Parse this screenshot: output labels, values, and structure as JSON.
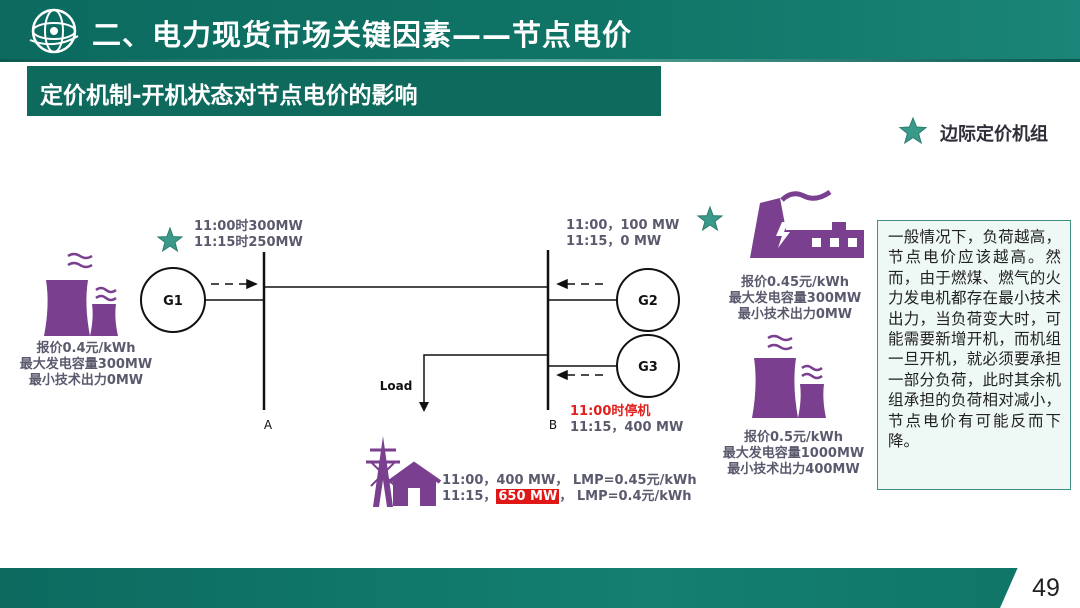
{
  "header": {
    "title": "二、电力现货市场关键因素——节点电价",
    "subtitle": "定价机制-开机状态对节点电价的影响"
  },
  "legend": {
    "label": "边际定价机组",
    "icon": "star-icon",
    "color": "#3a9a8a"
  },
  "colors": {
    "accent": "#0f6a5e",
    "plant": "#7a3f8f",
    "star": "#3a9a8a",
    "red": "#e0211d"
  },
  "diagram": {
    "bus_a": "A",
    "bus_b": "B",
    "load": "Load",
    "g1": {
      "name": "G1",
      "out1": "11:00时300MW",
      "out2": "11:15时250MW",
      "price": "报价0.4元/kWh",
      "cap": "最大发电容量300MW",
      "min": "最小技术出力0MW"
    },
    "g2": {
      "name": "G2",
      "out1": "11:00，100 MW",
      "out2": "11:15，0 MW",
      "price": "报价0.45元/kWh",
      "cap": "最大发电容量300MW",
      "min": "最小技术出力0MW"
    },
    "g3": {
      "name": "G3",
      "out1": "11:00时停机",
      "out2": "11:15，400 MW",
      "price": "报价0.5元/kWh",
      "cap": "最大发电容量1000MW",
      "min": "最小技术出力400MW"
    },
    "load_info": {
      "l1_time": "11:00，",
      "l1_mw": "400 MW",
      "l1_lmp": "，  LMP=0.45元/kWh",
      "l2_time": "11:15，",
      "l2_mw": "650 MW",
      "l2_lmp": "，  LMP=0.4元/kWh"
    }
  },
  "note": "一般情况下，负荷越高，节点电价应该越高。然而，由于燃煤、燃气的火力发电机都存在最小技术出力，当负荷变大时，可能需要新增开机，而机组一旦开机，就必须要承担一部分负荷，此时其余机组承担的负荷相对减小，节点电价有可能反而下降。",
  "page_number": "49"
}
